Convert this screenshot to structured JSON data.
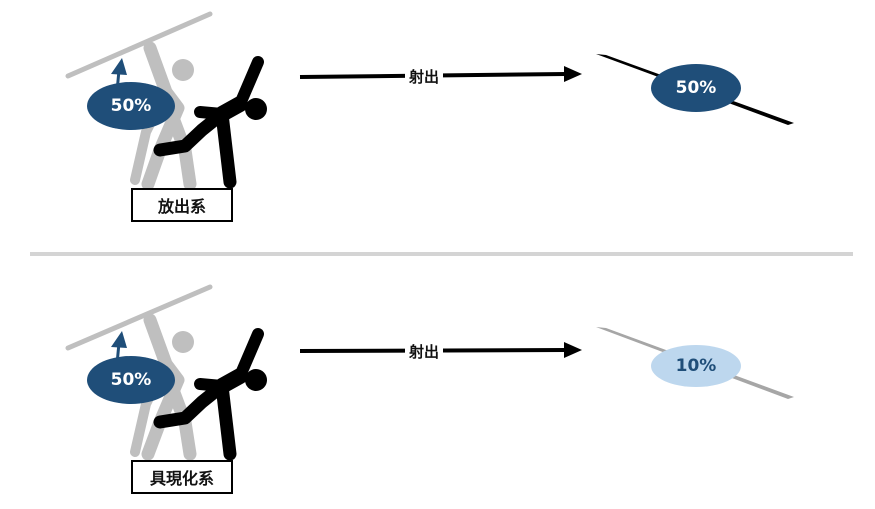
{
  "colors": {
    "dark_blue": "#1f4e79",
    "light_blue": "#bdd7ee",
    "figure_black": "#000000",
    "figure_gray": "#bfbfbf",
    "divider": "#d4d4d4"
  },
  "rows": [
    {
      "type_label": "放出系",
      "aura_percent": "50%",
      "arrow_label": "射出",
      "projectile_percent": "50%",
      "projectile_style": "dark"
    },
    {
      "type_label": "具現化系",
      "aura_percent": "50%",
      "arrow_label": "射出",
      "projectile_percent": "10%",
      "projectile_style": "faded"
    }
  ],
  "icons": [
    "javelin-thrower-icon",
    "javelin-icon",
    "arrow-right-icon",
    "arrow-up-icon"
  ]
}
